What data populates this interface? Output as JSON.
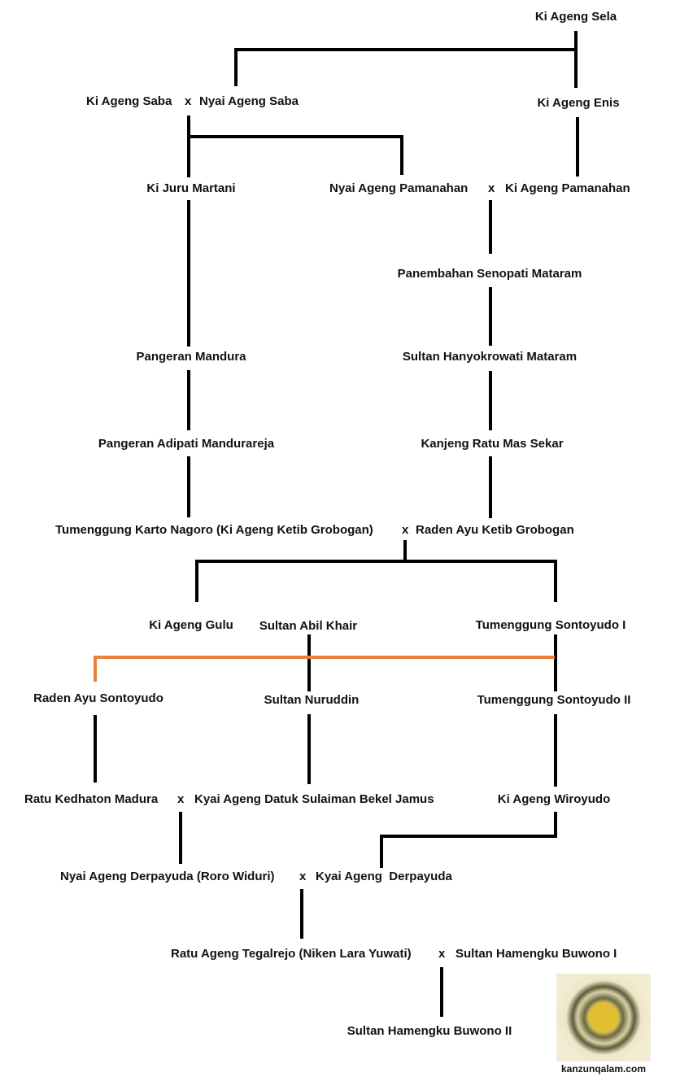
{
  "people": {
    "ki_ageng_sela": "Ki Ageng Sela",
    "ki_ageng_saba": "Ki Ageng Saba",
    "nyai_ageng_saba": "Nyai Ageng Saba",
    "ki_ageng_enis": "Ki Ageng Enis",
    "ki_juru_martani": "Ki Juru Martani",
    "nyai_ageng_pamanahan": "Nyai Ageng Pamanahan",
    "ki_ageng_pamanahan": "Ki Ageng Pamanahan",
    "panembahan_senopati": "Panembahan Senopati Mataram",
    "pangeran_mandura": "Pangeran Mandura",
    "sultan_hanyokrowati": "Sultan Hanyokrowati Mataram",
    "pangeran_adipati_mandurareja": "Pangeran Adipati Mandurareja",
    "kanjeng_ratu_mas_sekar": "Kanjeng Ratu Mas Sekar",
    "tumenggung_karto_nagoro": "Tumenggung Karto Nagoro (Ki Ageng Ketib Grobogan)",
    "raden_ayu_ketib_grobogan": "Raden Ayu Ketib Grobogan",
    "ki_ageng_gulu": "Ki Ageng Gulu",
    "sultan_abil_khair": "Sultan Abil Khair",
    "tumenggung_sontoyudo_1": "Tumenggung Sontoyudo I",
    "raden_ayu_sontoyudo": "Raden Ayu Sontoyudo",
    "sultan_nuruddin": "Sultan Nuruddin",
    "tumenggung_sontoyudo_2": "Tumenggung Sontoyudo II",
    "ratu_kedhaton_madura": "Ratu Kedhaton Madura",
    "kyai_ageng_datuk_sulaiman": "Kyai Ageng Datuk Sulaiman Bekel Jamus",
    "ki_ageng_wiroyudo": "Ki Ageng Wiroyudo",
    "nyai_ageng_derpayuda": "Nyai Ageng Derpayuda (Roro Widuri)",
    "kyai_ageng_derpayuda": "Kyai Ageng  Derpayuda",
    "ratu_ageng_tegalrejo": "Ratu Ageng Tegalrejo (Niken Lara Yuwati)",
    "sultan_hb1": "Sultan Hamengku Buwono I",
    "sultan_hb2": "Sultan Hamengku Buwono II"
  },
  "marriage_symbol": "x",
  "watermark": "kanzunqalam.com",
  "colors": {
    "line": "#000000",
    "highlight_line": "#e8823a"
  }
}
